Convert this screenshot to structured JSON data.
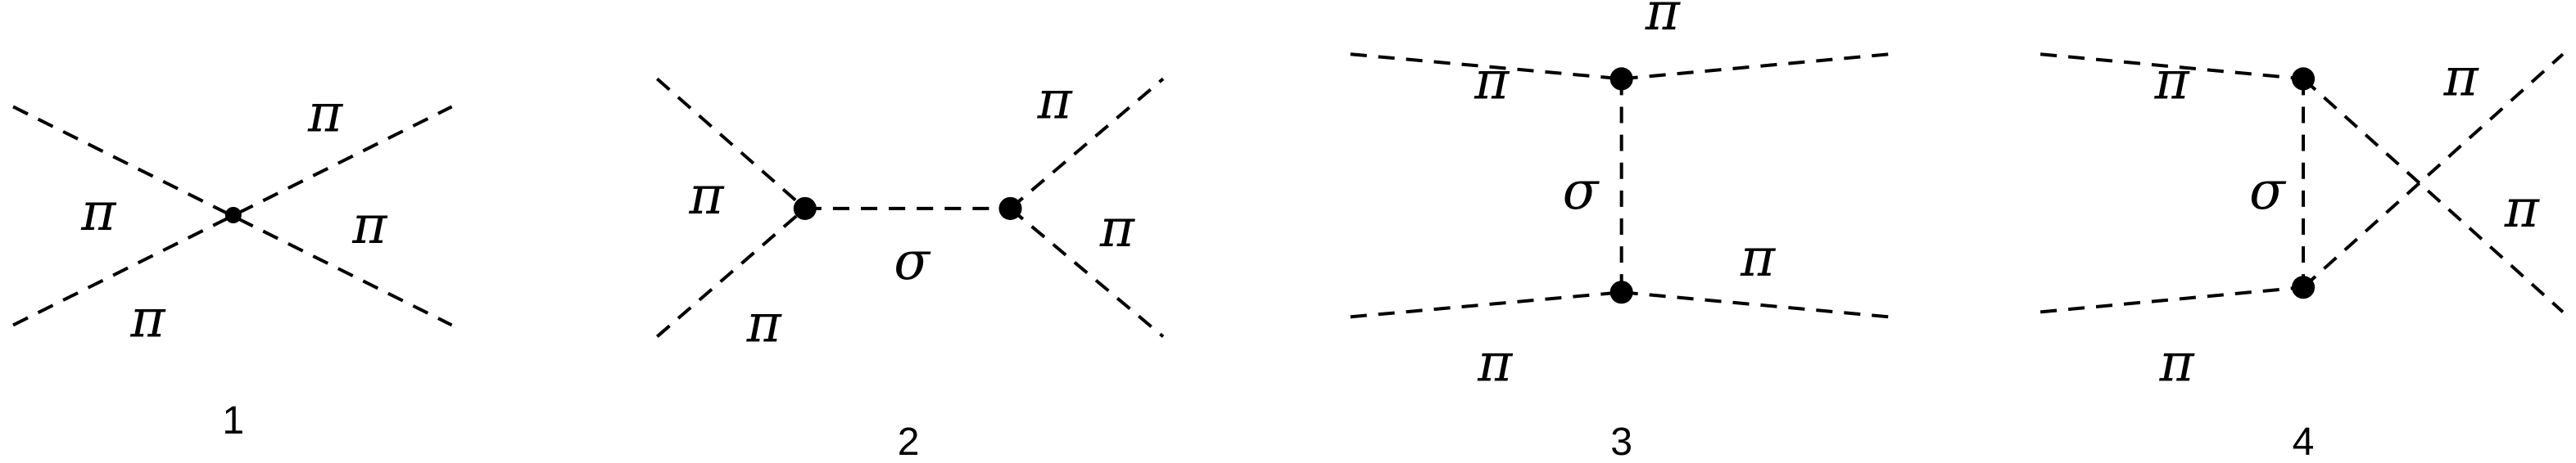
{
  "diagrams": [
    {
      "number": "1",
      "labels": [
        "π",
        "π",
        "π",
        "π"
      ]
    },
    {
      "number": "2",
      "labels": [
        "π",
        "π",
        "π",
        "π"
      ],
      "exchange": "σ"
    },
    {
      "number": "3",
      "labels": [
        "π",
        "π",
        "π",
        "π"
      ],
      "exchange": "σ"
    },
    {
      "number": "4",
      "labels": [
        "π",
        "π",
        "π",
        "π"
      ],
      "exchange": "σ"
    }
  ],
  "colors": {
    "ink": "#000000",
    "background": "#ffffff"
  }
}
